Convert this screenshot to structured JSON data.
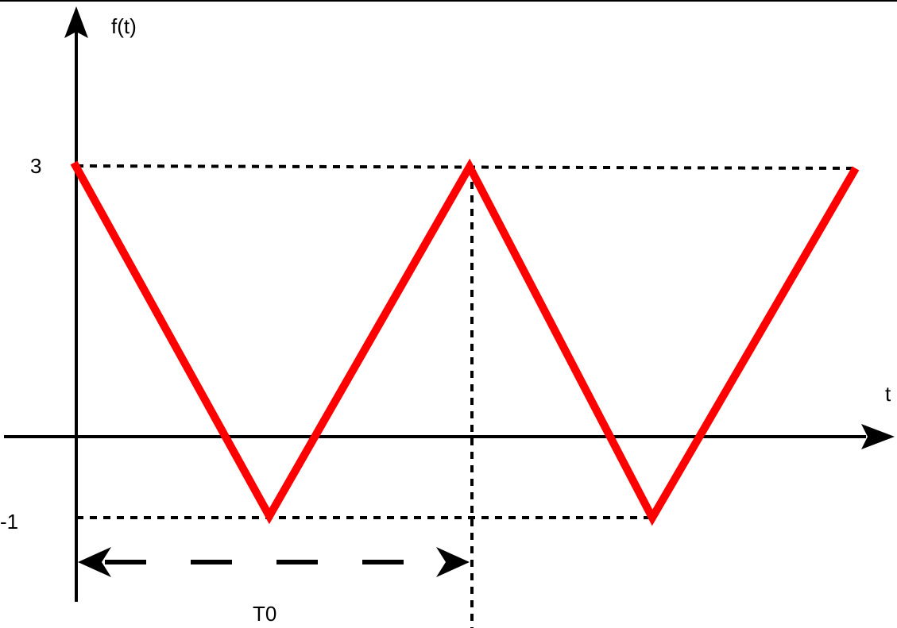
{
  "labels": {
    "y_axis": "f(t)",
    "x_axis": "t",
    "y_high": "3",
    "y_low": "-1",
    "period": "T0"
  },
  "colors": {
    "signal": "#ff0000",
    "axes": "#000000",
    "guides": "#000000"
  },
  "icons": {
    "axis_arrowheads": "arrowhead-icon",
    "period_arrow": "double-arrow-icon"
  }
}
